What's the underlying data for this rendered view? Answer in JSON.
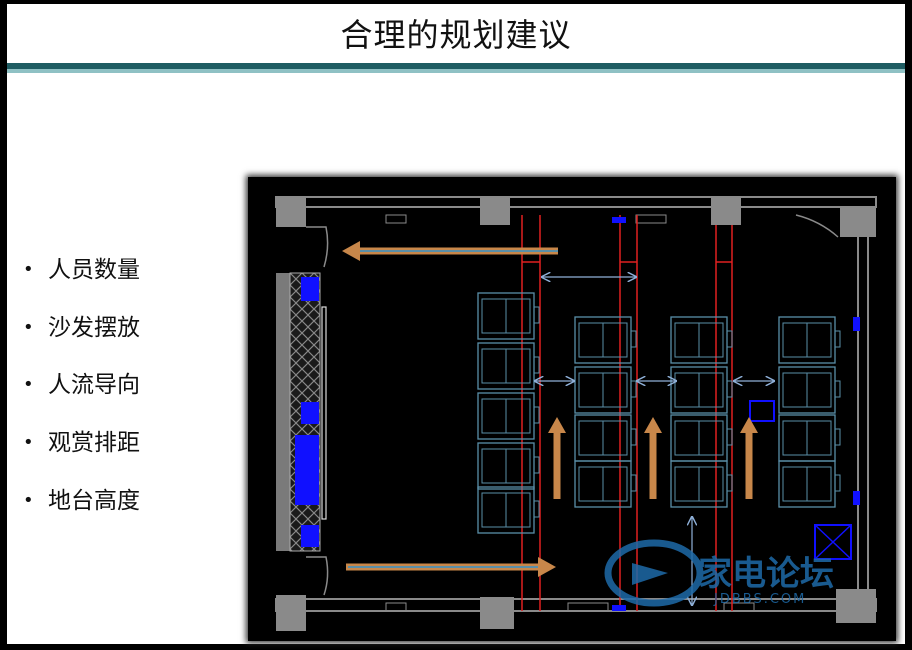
{
  "slide": {
    "title": "合理的规划建议"
  },
  "bullets": [
    {
      "marker": "•",
      "text": "人员数量"
    },
    {
      "marker": "•",
      "text": "沙发摆放"
    },
    {
      "marker": "•",
      "text": "人流导向"
    },
    {
      "marker": "•",
      "text": "观赏排距"
    },
    {
      "marker": "•",
      "text": "地台高度"
    }
  ],
  "watermark": {
    "main": "家电论坛",
    "sub": "JDBBS.COM"
  },
  "colors": {
    "title_rule": "#1f5d63",
    "title_rule_light": "#8fc1c4",
    "plan_background": "#000000",
    "wall": "#8a8a8a",
    "seat_outline": "#5a8fa8",
    "guide_line": "#e02020",
    "flow_arrow": "#c8874a",
    "dimension_arrow": "#8fb0d8",
    "speaker": "#1010ff",
    "watermark": "#1e6aa8"
  }
}
